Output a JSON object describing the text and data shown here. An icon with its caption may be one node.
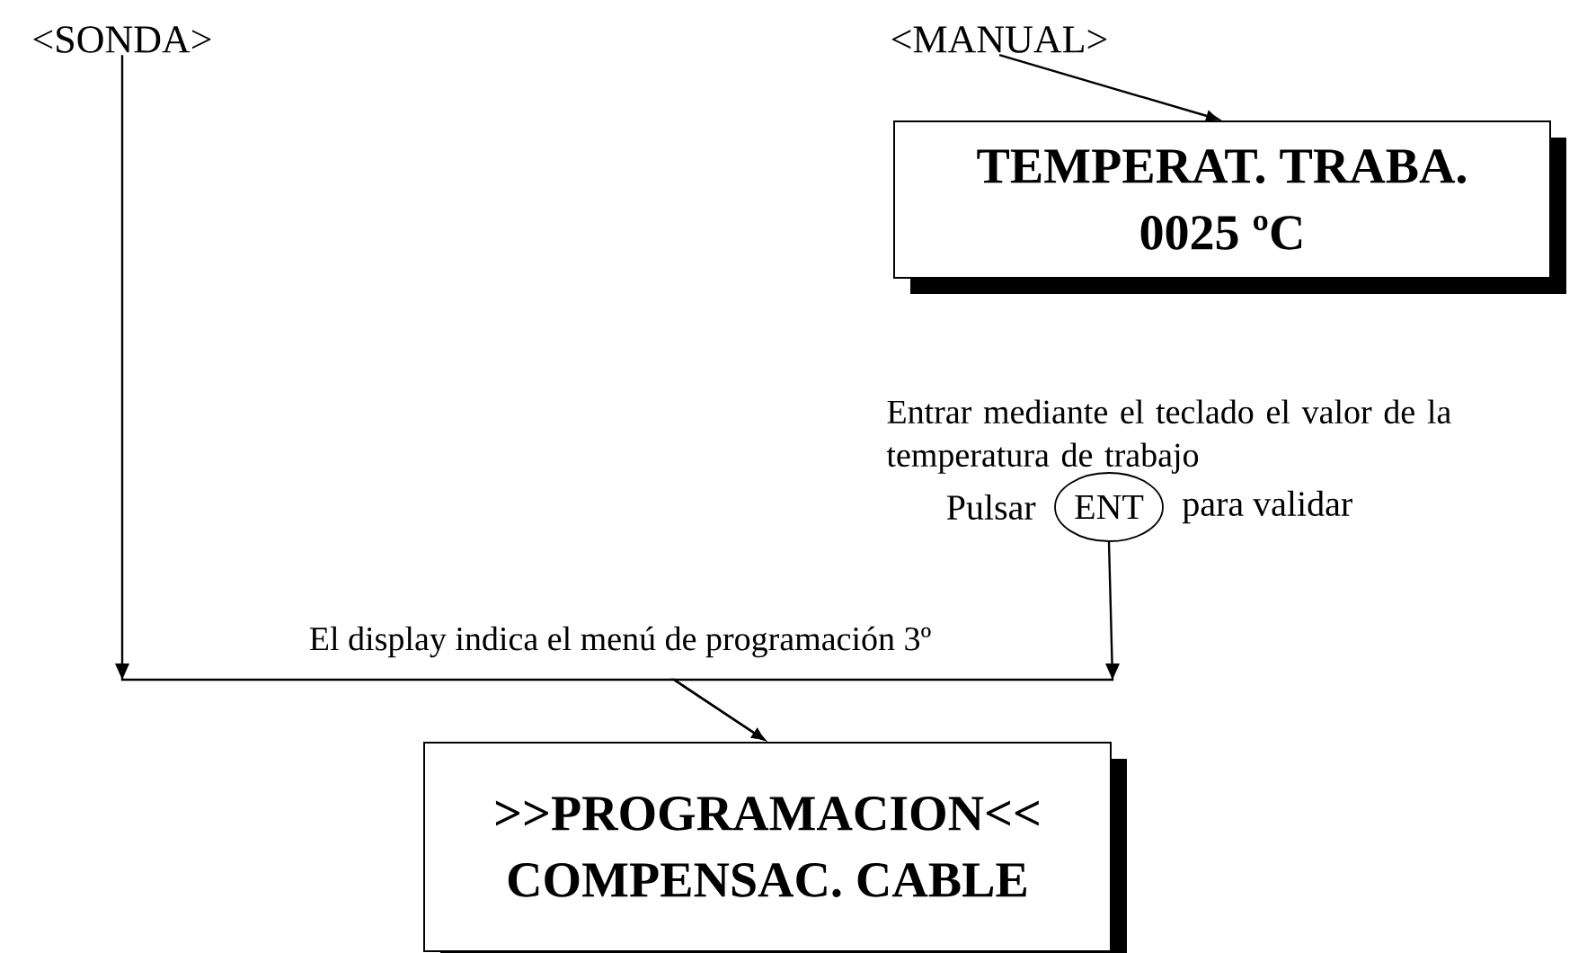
{
  "diagram": {
    "nodes": [
      {
        "text": [
          "<SONDA>"
        ]
      },
      {
        "text": [
          "<MANUAL>"
        ]
      },
      {
        "text": [
          "TEMPERAT.  TRABA.",
          "0025  ºC"
        ]
      },
      {
        "text": [
          "ENT"
        ],
        "beside": [
          "Pulsar",
          "para validar"
        ]
      },
      {
        "text": [
          ">>PROGRAMACION<<",
          "COMPENSAC.  CABLE"
        ]
      }
    ],
    "edges": [
      {
        "from": 0,
        "to": 4,
        "arrow": "to",
        "label": "El display indica el menú de programación  3º"
      },
      {
        "from": 1,
        "to": 2,
        "arrow": "to"
      },
      {
        "from": 3,
        "to": 4,
        "arrow": "to"
      }
    ],
    "labels": [
      "Entrar mediante el teclado el valor de la temperatura de trabajo"
    ]
  }
}
